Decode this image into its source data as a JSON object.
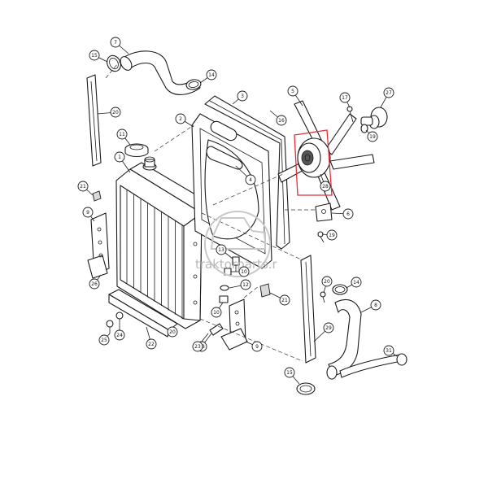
{
  "callouts": [
    {
      "id": "c-7",
      "label": "7"
    },
    {
      "id": "c-15a",
      "label": "15"
    },
    {
      "id": "c-14a",
      "label": "14"
    },
    {
      "id": "c-20a",
      "label": "20"
    },
    {
      "id": "c-11",
      "label": "11"
    },
    {
      "id": "c-1",
      "label": "1"
    },
    {
      "id": "c-21a",
      "label": "21"
    },
    {
      "id": "c-9a",
      "label": "9"
    },
    {
      "id": "c-26a",
      "label": "26"
    },
    {
      "id": "c-3",
      "label": "3"
    },
    {
      "id": "c-2",
      "label": "2"
    },
    {
      "id": "c-4",
      "label": "4"
    },
    {
      "id": "c-16",
      "label": "16"
    },
    {
      "id": "c-5",
      "label": "5"
    },
    {
      "id": "c-17",
      "label": "17"
    },
    {
      "id": "c-27",
      "label": "27"
    },
    {
      "id": "c-19a",
      "label": "19"
    },
    {
      "id": "c-28",
      "label": "28"
    },
    {
      "id": "c-6",
      "label": "6"
    },
    {
      "id": "c-19b",
      "label": "19"
    },
    {
      "id": "c-13",
      "label": "13"
    },
    {
      "id": "c-10a",
      "label": "10"
    },
    {
      "id": "c-12",
      "label": "12"
    },
    {
      "id": "c-10b",
      "label": "10"
    },
    {
      "id": "c-21b",
      "label": "21"
    },
    {
      "id": "c-18",
      "label": "18"
    },
    {
      "id": "c-20b",
      "label": "20"
    },
    {
      "id": "c-14b",
      "label": "14"
    },
    {
      "id": "c-8",
      "label": "8"
    },
    {
      "id": "c-25",
      "label": "25"
    },
    {
      "id": "c-24",
      "label": "24"
    },
    {
      "id": "c-22",
      "label": "22"
    },
    {
      "id": "c-20c",
      "label": "20"
    },
    {
      "id": "c-23",
      "label": "23"
    },
    {
      "id": "c-9b",
      "label": "9"
    },
    {
      "id": "c-29",
      "label": "29"
    },
    {
      "id": "c-31",
      "label": "31"
    },
    {
      "id": "c-15b",
      "label": "15"
    }
  ],
  "watermark": {
    "text": "traktorparts.r"
  },
  "colors": {
    "highlight": "#e0303a",
    "watermark": "#b8b8b8",
    "line": "#1a1a1a"
  }
}
